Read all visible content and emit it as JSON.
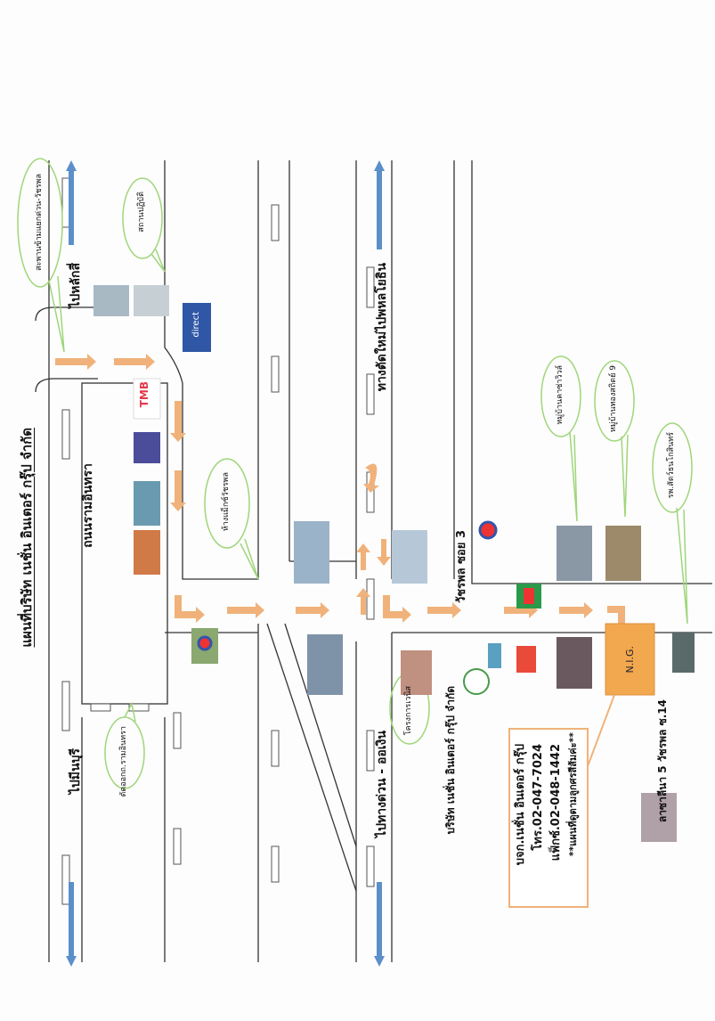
{
  "title": "แผนที่บริษัท เนชั่น อินเตอร์ กรุ๊ป จำกัด",
  "roads": {
    "to_laksi": "ไปหลักสี่",
    "to_minburi": "ไปมีนบุรี",
    "ram_intra": "ถนนรามอินทรา",
    "new_cut": "ทางตัดใหม่ไปพหลโยธิน",
    "expressway": "ไปทางด่วน - ออเงิน",
    "soi3": "วัชรพล ซอย 3",
    "lasalina": "ลาซาลีนา 5 วัชรพล ซ.14"
  },
  "landmarks": {
    "bridge": "สะพานข้ามแยกด่วน-วัชรพล",
    "temple": "สถานปฏิบัติ",
    "cut_out": "ตัดออกถ.รามอินทรา",
    "mall": "ห้างแม็กซ์วัชรพล",
    "venice": "โครงการเวนิส",
    "casa": "หมู่บ้านคาซ่าวิวล์",
    "thongsathit": "หมู่บ้านทองสถิตย์ 9",
    "vet": "รพ.สัตว์ธนโกสินทร์"
  },
  "company_label": "บริษัท เนชั่น อินเตอร์ กรุ๊ป จำกัด",
  "nig": "N.I.G.",
  "logos": {
    "tmb": "TMB",
    "direct": "direct"
  },
  "info": {
    "name": "บจก.เนชั่น อินเตอร์ กรุ๊ป",
    "tel": "โทร.02-047-7024",
    "fax": "แฟ็กซ์.02-048-1442",
    "note": "**แผนที่ดูตามลูกศรสีส้มค่ะ**"
  },
  "colors": {
    "arrow": "#f0b27a",
    "bubble": "#9fd67a",
    "road_arrow": "#5b8fc9",
    "nig": "#f2a84e"
  }
}
